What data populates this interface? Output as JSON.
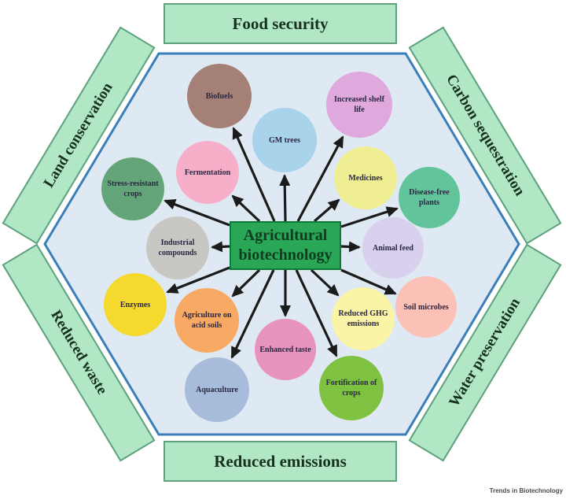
{
  "center": {
    "label": "Agricultural biotechnology"
  },
  "outer_labels": {
    "top": "Food security",
    "top_right": "Carbon sequestration",
    "bottom_right": "Water preservation",
    "bottom": "Reduced emissions",
    "bottom_left": "Reduced waste",
    "top_left": "Land conservation"
  },
  "nodes": [
    {
      "label": "Biofuels",
      "color": "#a58077"
    },
    {
      "label": "GM trees",
      "color": "#a9d3ea"
    },
    {
      "label": "Increased shelf life",
      "color": "#dfa9de"
    },
    {
      "label": "Fermentation",
      "color": "#f7afc9"
    },
    {
      "label": "Medicines",
      "color": "#f0ee92"
    },
    {
      "label": "Stress-resistant crops",
      "color": "#63a578"
    },
    {
      "label": "Disease-free plants",
      "color": "#62c49a"
    },
    {
      "label": "Industrial compounds",
      "color": "#c9c7c3"
    },
    {
      "label": "Animal feed",
      "color": "#d8d0ec"
    },
    {
      "label": "Enzymes",
      "color": "#f5d92e"
    },
    {
      "label": "Soil microbes",
      "color": "#fbc0b6"
    },
    {
      "label": "Agriculture on acid soils",
      "color": "#f8a963"
    },
    {
      "label": "Reduced GHG emissions",
      "color": "#faf4a6"
    },
    {
      "label": "Enhanced taste",
      "color": "#e793bd"
    },
    {
      "label": "Aquaculture",
      "color": "#a7bcda"
    },
    {
      "label": "Fortification of crops",
      "color": "#7fc241"
    }
  ],
  "colors": {
    "hexagon_fill": "#dfe9f3",
    "hexagon_border": "#3b7fba",
    "bar_fill": "#b2e7c5",
    "bar_border": "#5fa17e",
    "center_fill": "#29a656",
    "center_border": "#0e7a38",
    "arrow": "#1b1b1b",
    "node_text": "#2a2742",
    "bar_text": "#15301d"
  },
  "footer": {
    "credit": "Trends in Biotechnology"
  }
}
